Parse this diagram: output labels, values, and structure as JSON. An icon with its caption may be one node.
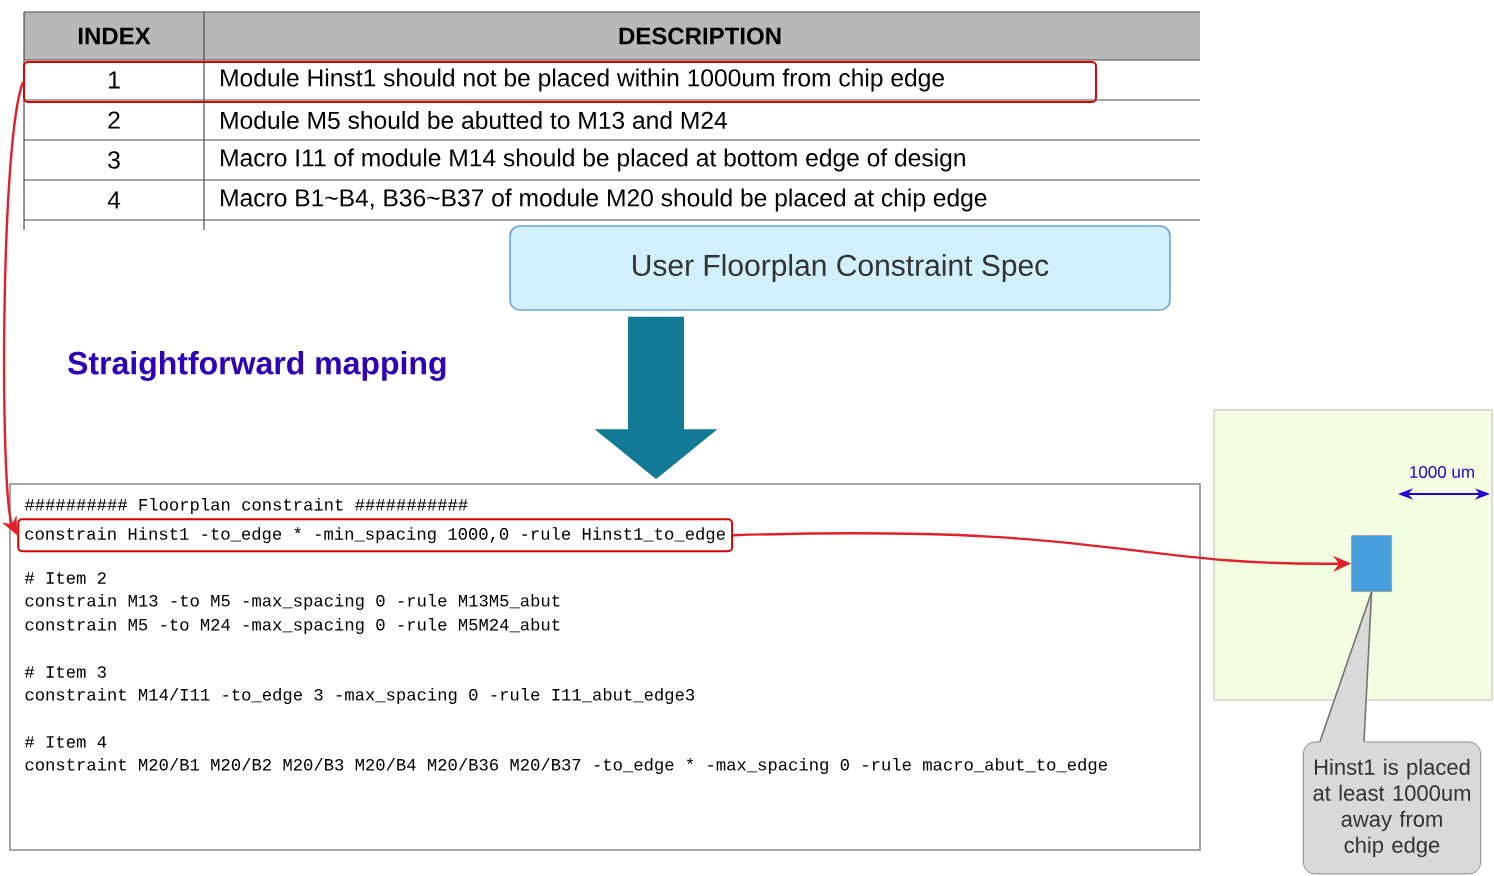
{
  "diagram": {
    "nodes": [
      {
        "text": [
          "1",
          "Module Hinst1 should not be placed within 1000um from chip edge"
        ]
      },
      {
        "text": [
          "User Floorplan Constraint Spec"
        ]
      },
      {
        "text": [
          "########## Floorplan constraint ###########",
          "# Item 2",
          "constrain M13 -to M5 -max_spacing 0 -rule M13M5_abut",
          "constrain M5 -to M24 -max_spacing 0 -rule M5M24_abut",
          "# Item 3",
          "constraint M14/I11 -to_edge 3 -max_spacing 0 -rule I11_abut_edge3",
          "# Item 4",
          "constraint M20/B1 M20/B2 M20/B3 M20/B4 M20/B36 M20/B37 -to_edge * -max_spacing 0 -rule macro_abut_to_edge"
        ]
      },
      {
        "text": [
          "constrain Hinst1 -to_edge * -min_spacing 1000,0 -rule Hinst1_to_edge"
        ],
        "in": 2
      },
      {
        "text": [],
        "shape": "box"
      },
      {
        "text": [],
        "shape": "box",
        "in": 4
      },
      {
        "text": [
          "Hinst1 is placed at least 1000um away from chip edge"
        ]
      }
    ],
    "edges": [
      {
        "from": 0,
        "to": 3,
        "arrow": "to",
        "color": "#e0202a"
      },
      {
        "from": 1,
        "to": 2,
        "arrow": "to",
        "style": "thick",
        "color": "#127a96"
      },
      {
        "from": 3,
        "to": 5,
        "arrow": "to",
        "color": "#e0202a"
      },
      {
        "from": 6,
        "to": 5,
        "arrow": "none",
        "color": "#737373"
      }
    ],
    "labels": [
      "INDEX",
      "DESCRIPTION",
      "2",
      "Module M5 should be abutted to M13 and M24",
      "3",
      "Macro I11 of module M14 should be placed at bottom edge of design",
      "4",
      "Macro B1~B4, B36~B37 of module M20 should be placed at chip edge",
      "Straightforward mapping",
      "1000 um"
    ]
  }
}
